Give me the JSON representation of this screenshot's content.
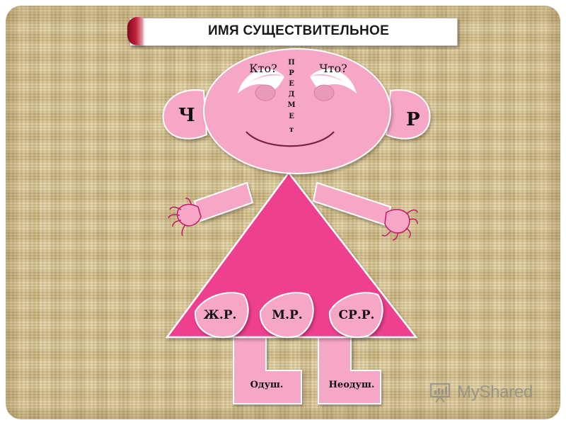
{
  "title": "ИМЯ СУЩЕСТВИТЕЛЬНОЕ",
  "head": {
    "question_left": "Кто?",
    "question_right": "Что?",
    "vertical_word": [
      "П",
      "Р",
      "Е",
      "Д",
      "М",
      "Е",
      "т"
    ]
  },
  "ears": {
    "left": "Ч",
    "right": "Р"
  },
  "genders": {
    "feminine": "Ж.Р.",
    "masculine": "М.Р.",
    "neuter": "СР.Р."
  },
  "legs": {
    "left": "Одуш.",
    "right": "Неодуш."
  },
  "watermark": {
    "text": "MyShared",
    "icon": "presentation-board-icon"
  },
  "colors": {
    "face_pink": "#f7a7c6",
    "dress_magenta": "#ee3f8e",
    "title_accent": "#c2213c",
    "background": "#dcc78f"
  }
}
